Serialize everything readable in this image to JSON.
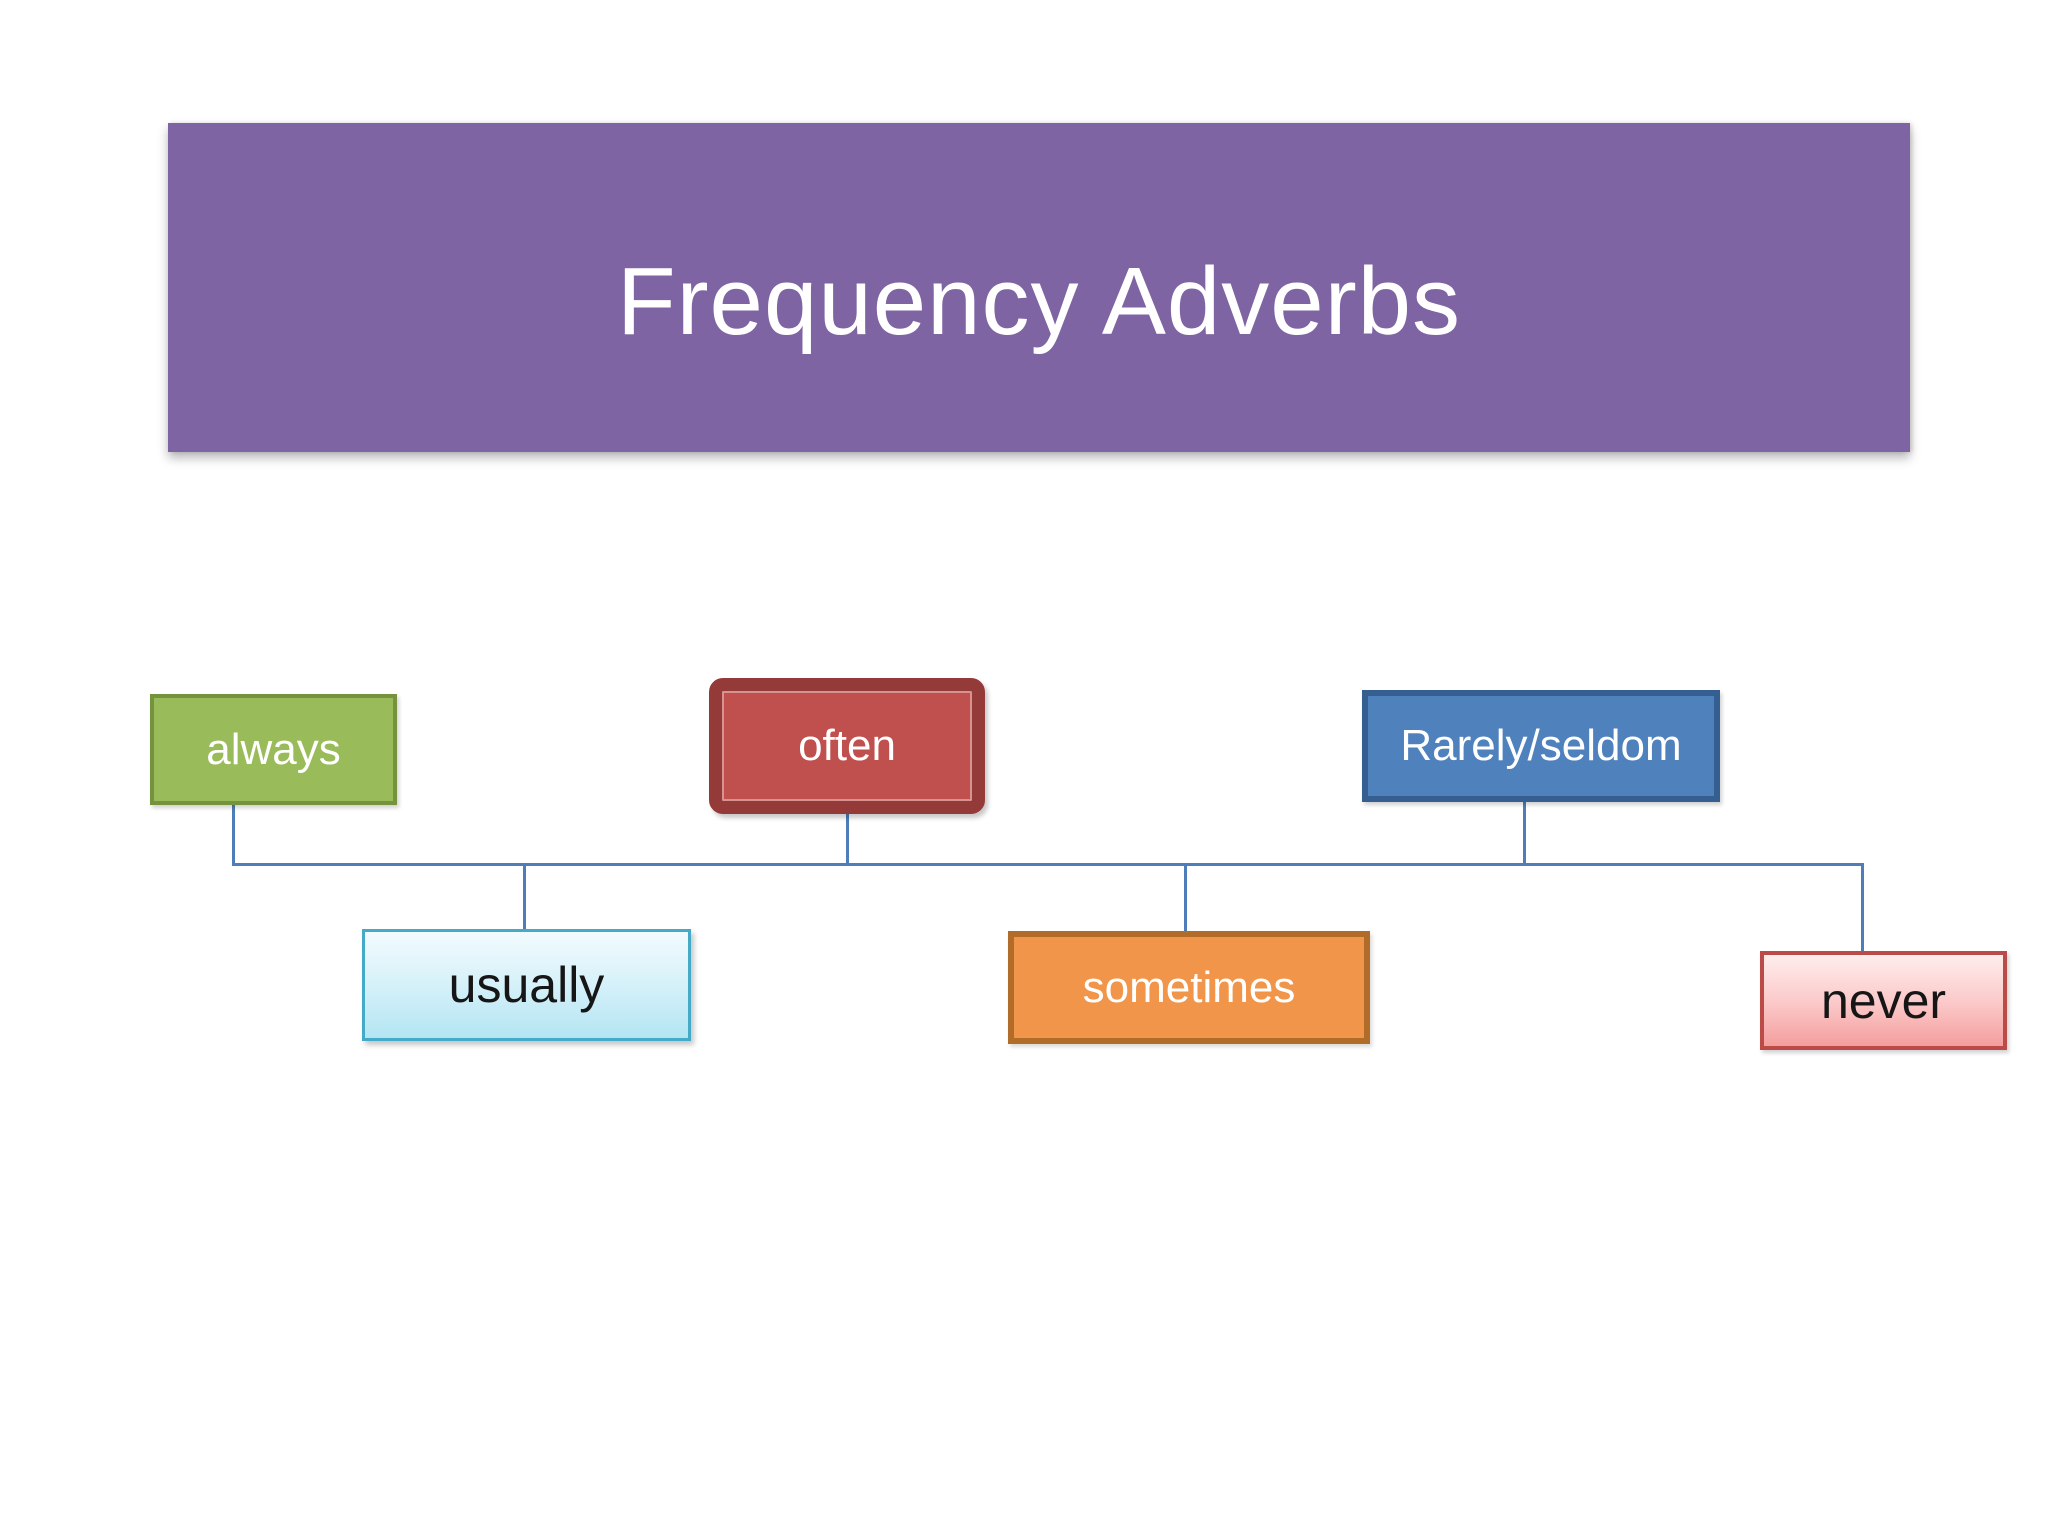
{
  "title": "Frequency Adverbs",
  "nodes": [
    {
      "id": "always",
      "label": "always",
      "fill": "#9ABB59",
      "border": "#75923D",
      "text_color": "#FFFFFF",
      "row": "top"
    },
    {
      "id": "often",
      "label": "often",
      "fill": "#C0504D",
      "border": "#943A38",
      "text_color": "#FFFFFF",
      "row": "top"
    },
    {
      "id": "rarely_seldom",
      "label": "Rarely/seldom",
      "fill": "#4F81BD",
      "border": "#365F91",
      "text_color": "#FFFFFF",
      "row": "top"
    },
    {
      "id": "usually",
      "label": "usually",
      "fill_top": "#F2FBFE",
      "fill_bottom": "#B3E5F3",
      "border": "#45A9C8",
      "text_color": "#161616",
      "row": "bottom"
    },
    {
      "id": "sometimes",
      "label": "sometimes",
      "fill": "#F0954A",
      "border": "#B06C28",
      "text_color": "#FFFFFF",
      "row": "bottom"
    },
    {
      "id": "never",
      "label": "never",
      "fill_top": "#FFEDED",
      "fill_bottom": "#F59E9E",
      "border": "#BB4B47",
      "text_color": "#161616",
      "row": "bottom"
    }
  ],
  "colors": {
    "banner": "#7E64A2",
    "connector": "#4E7DBA",
    "background": "#FFFFFF",
    "title_text": "#FFFFFF"
  }
}
